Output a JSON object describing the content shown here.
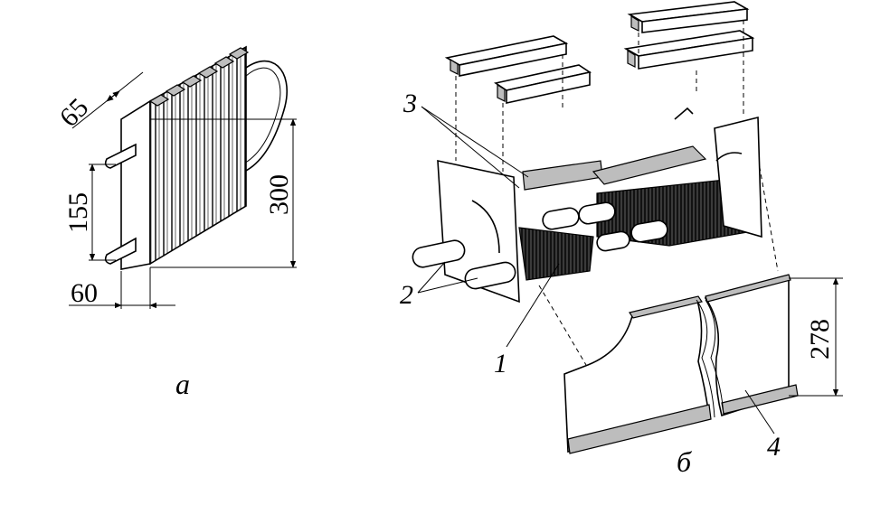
{
  "part_a": {
    "caption": "а",
    "dim_depth": "65",
    "dim_pipe_spacing": "155",
    "dim_height": "300",
    "dim_width": "60"
  },
  "part_b": {
    "caption": "б",
    "dim_height": "278",
    "callout_1": "1",
    "callout_2": "2",
    "callout_3": "3",
    "callout_4": "4"
  }
}
